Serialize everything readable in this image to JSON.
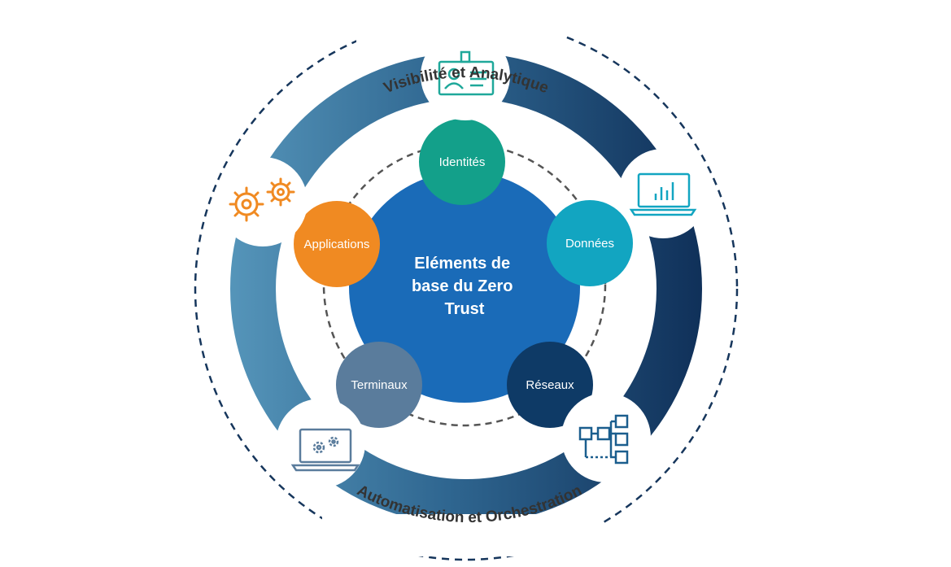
{
  "center": {
    "lines": [
      "Eléments  de",
      "base du Zero",
      "Trust"
    ]
  },
  "pillars": {
    "identites": "Identités",
    "donnees": "Données",
    "reseaux": "Réseaux",
    "terminaux": "Terminaux",
    "applications": "Applications"
  },
  "outer_ring": {
    "top_label": "Visibilité et Analytique",
    "bottom_label": "Automatisation et Orchestration"
  },
  "colors": {
    "center": "#1a6bb8",
    "identites": "#13a08a",
    "donnees": "#12a5c1",
    "reseaux": "#0e3a66",
    "terminaux": "#5a7c9c",
    "applications": "#f08a22",
    "ring_light": "#4f8fb3",
    "ring_dark": "#12345e",
    "icon_teal": "#1fa89a",
    "icon_orange": "#f08a22",
    "icon_blue": "#1b5e8e"
  },
  "icons": [
    "id-badge-icon",
    "laptop-chart-icon",
    "network-tree-icon",
    "laptop-gears-icon",
    "gears-icon"
  ]
}
